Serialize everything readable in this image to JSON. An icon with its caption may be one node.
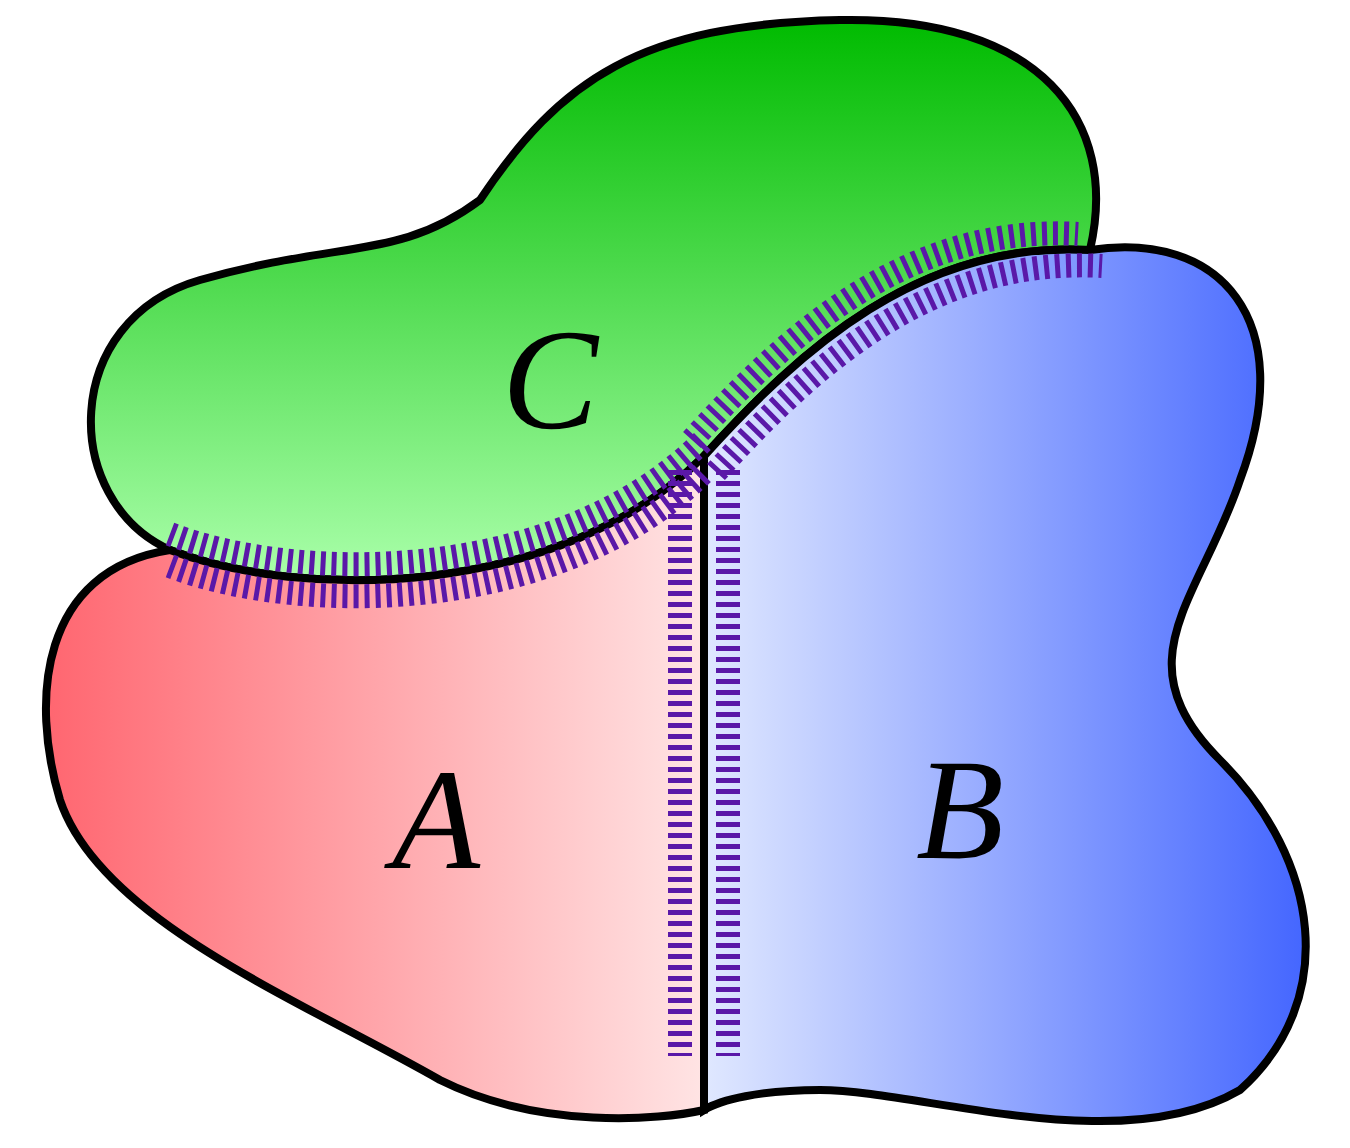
{
  "diagram": {
    "nodes": [
      {
        "text": [
          "C"
        ]
      },
      {
        "text": [
          "A"
        ]
      },
      {
        "text": [
          "B"
        ]
      }
    ]
  }
}
